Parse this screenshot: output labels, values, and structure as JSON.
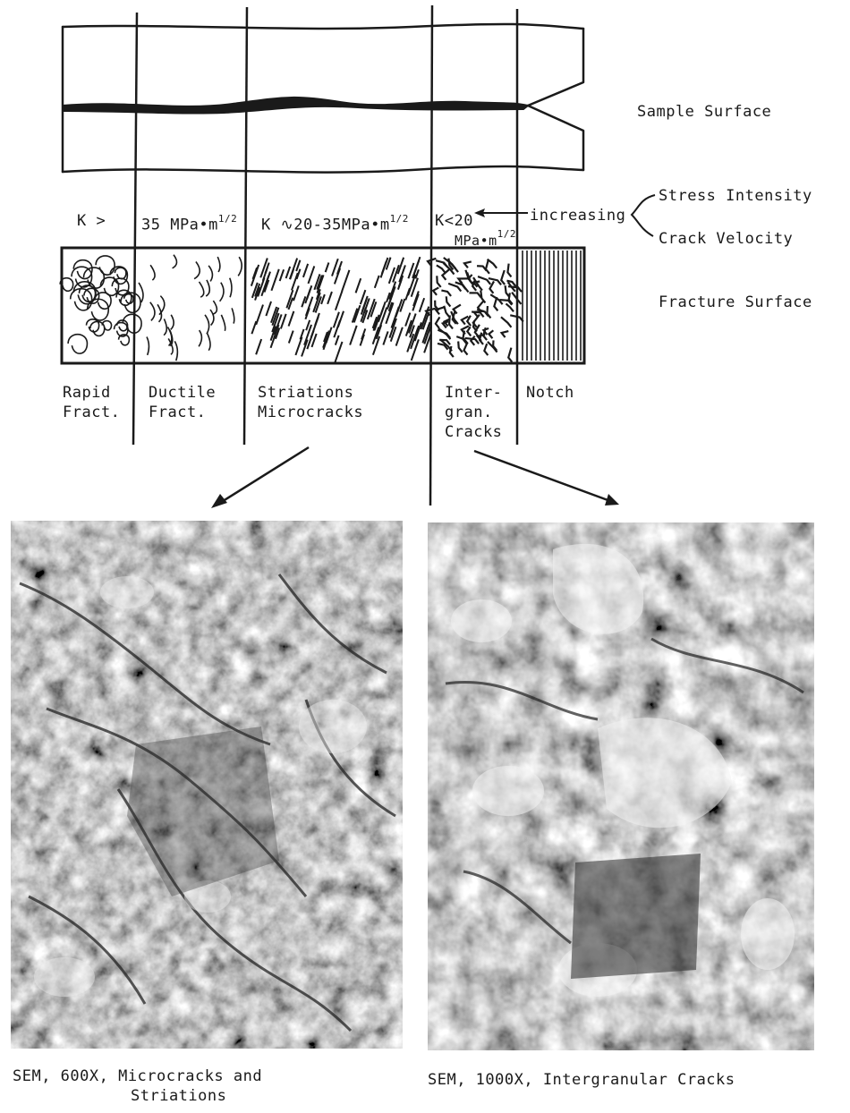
{
  "labels": {
    "sample_surface": "Sample Surface",
    "stress_intensity": "Stress Intensity",
    "crack_velocity": "Crack Velocity",
    "increasing": "increasing",
    "fracture_surface": "Fracture Surface",
    "k_gt": "K >",
    "k_35": "35 MPa•m",
    "k_35_exp": "1/2",
    "k_range": "K ∿20-35MPa•m",
    "k_range_exp": "1/2",
    "k_lt": "K<20",
    "k_lt_unit": "MPa•m",
    "k_lt_exp": "1/2"
  },
  "zones": [
    {
      "line1": "Rapid",
      "line2": "Fract.",
      "line3": ""
    },
    {
      "line1": "Ductile",
      "line2": "Fract.",
      "line3": ""
    },
    {
      "line1": "Striations",
      "line2": "Microcracks",
      "line3": ""
    },
    {
      "line1": "Inter-",
      "line2": "gran.",
      "line3": "Cracks"
    },
    {
      "line1": "Notch",
      "line2": "",
      "line3": ""
    }
  ],
  "captions": {
    "left_line1": "SEM, 600X, Microcracks and",
    "left_line2": "Striations",
    "right": "SEM, 1000X, Intergranular Cracks"
  },
  "colors": {
    "ink": "#1a1a1a",
    "photo_base": "#7a7a7a"
  }
}
